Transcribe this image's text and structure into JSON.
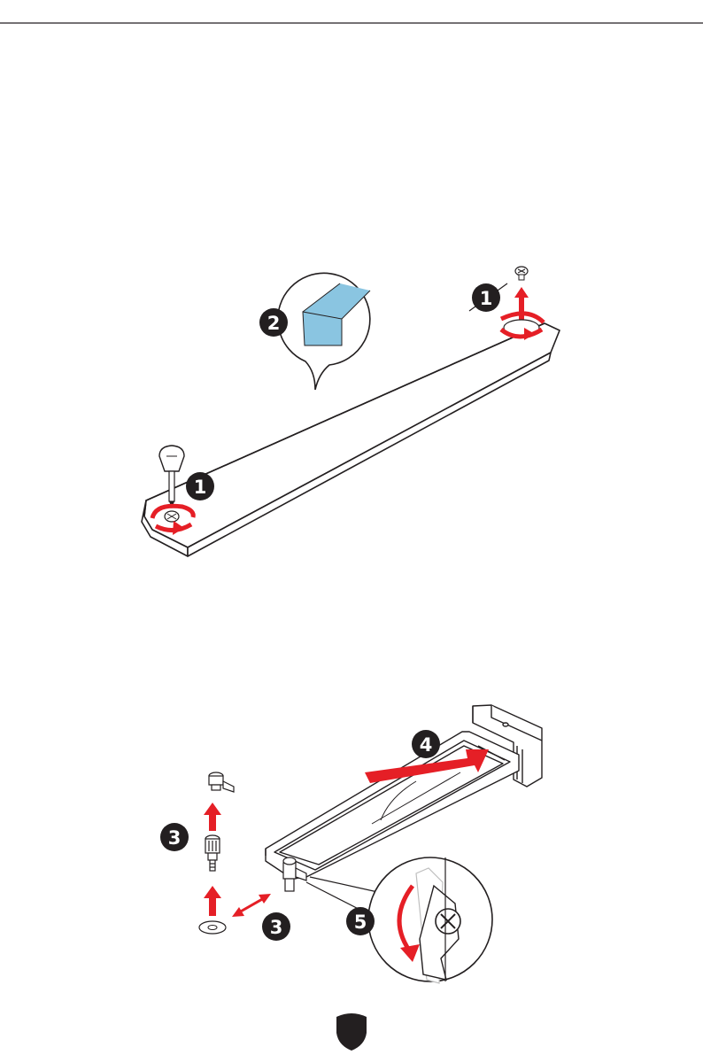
{
  "colors": {
    "line": "#231f20",
    "arrow": "#e51f26",
    "tape": "#8ac5e1",
    "badge": "#231f20",
    "badge_text": "#ffffff"
  },
  "figure1": {
    "badges": [
      {
        "id": "remove-screw-left",
        "label": "1"
      },
      {
        "id": "remove-screw-right",
        "label": "1"
      },
      {
        "id": "peel-film",
        "label": "2"
      }
    ],
    "icons": [
      "screwdriver-icon",
      "screw-icon",
      "rotate-arrow-icon",
      "lift-arrow-icon",
      "thermal-pad-icon"
    ]
  },
  "figure2": {
    "badges": [
      {
        "id": "standoff-step",
        "label": "3"
      },
      {
        "id": "move-standoff-step",
        "label": "3"
      },
      {
        "id": "insert-ssd-step",
        "label": "4"
      },
      {
        "id": "rotate-latch-step",
        "label": "5"
      }
    ],
    "icons": [
      "latch-screw-icon",
      "standoff-icon",
      "washer-icon",
      "up-arrow-icon",
      "double-arrow-icon",
      "m2-slot-icon",
      "m2-ssd-icon",
      "latch-zoom-icon"
    ]
  },
  "footer": {
    "icon": "msi-shield-icon"
  }
}
